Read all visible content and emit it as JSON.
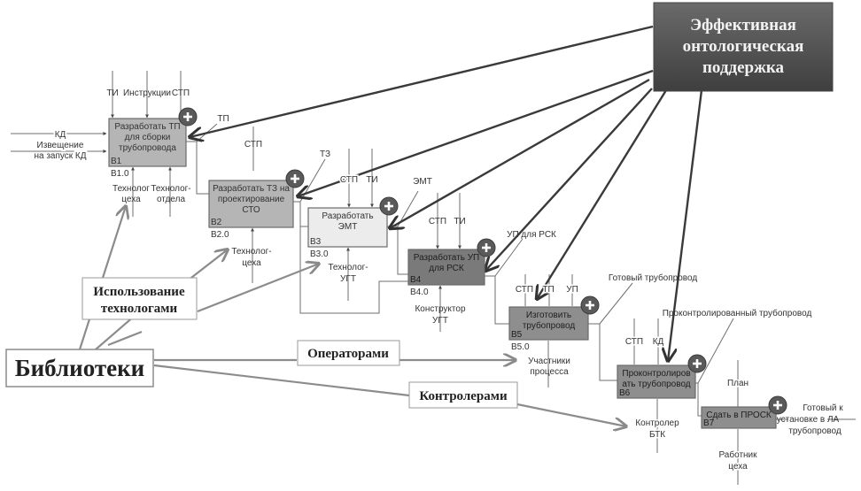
{
  "ontology_box": {
    "lines": [
      "Эффективная",
      "онтологическая",
      "поддержка"
    ]
  },
  "library_box": {
    "label": "Библиотеки"
  },
  "usage_boxes": [
    {
      "id": "technologists",
      "lines": [
        "Использование",
        "технологами"
      ]
    },
    {
      "id": "operators",
      "lines": [
        "Операторами"
      ]
    },
    {
      "id": "controllers",
      "lines": [
        "Контролерами"
      ]
    }
  ],
  "blocks": [
    {
      "id": "B1",
      "lines": [
        "Разработать ТП",
        "для сборки",
        "трубопровода"
      ],
      "code": "В1",
      "num": "В1.0",
      "shade": "#b5b5b5"
    },
    {
      "id": "B2",
      "lines": [
        "Разработать ТЗ на",
        "проектирование",
        "СТО"
      ],
      "code": "В2",
      "num": "В2.0",
      "shade": "#b5b5b5"
    },
    {
      "id": "B3",
      "lines": [
        "Разработать",
        "ЭМТ"
      ],
      "code": "В3",
      "num": "В3.0",
      "shade": "#ececec"
    },
    {
      "id": "B4",
      "lines": [
        "Разработать УП",
        "для РСК"
      ],
      "code": "В4",
      "num": "В4.0",
      "shade": "#7a7a7a"
    },
    {
      "id": "B5",
      "lines": [
        "Изготовить",
        "трубопровод"
      ],
      "code": "В5",
      "num": "В5.0",
      "shade": "#8e8e8e"
    },
    {
      "id": "B6",
      "lines": [
        "Проконтролиров",
        "ать трубопровод"
      ],
      "code": "В6",
      "num": "",
      "shade": "#8e8e8e"
    },
    {
      "id": "B7",
      "lines": [
        "Сдать в ПРОСК"
      ],
      "code": "В7",
      "num": "",
      "shade": "#8e8e8e"
    }
  ],
  "labels": {
    "b1_ti": "ТИ",
    "b1_instr": "Инструкции",
    "b1_stp": "СТП",
    "b1_kd": "КД",
    "b1_notice1": "Извещение",
    "b1_notice2": "на запуск КД",
    "b1_tp_out": "ТП",
    "b1_mech1a": "Технолог",
    "b1_mech1b": "цеха",
    "b1_mech2a": "Технолог-",
    "b1_mech2b": "отдела",
    "b2_stp": "СТП",
    "b2_tz_out": "ТЗ",
    "b2_mech_a": "Технолог-",
    "b2_mech_b": "цеха",
    "b3_stp": "СТП",
    "b3_ti": "ТИ",
    "b3_emt_out": "ЭМТ",
    "b3_mech_a": "Технолог-",
    "b3_mech_b": "УГТ",
    "b4_stp": "СТП",
    "b4_ti": "ТИ",
    "b4_out": "УП для РСК",
    "b4_mech_a": "Конструктор",
    "b4_mech_b": "УГТ",
    "b5_stp": "СТП",
    "b5_tp": "ТП",
    "b5_up": "УП",
    "b5_out": "Готовый трубопровод",
    "b5_mech_a": "Участники",
    "b5_mech_b": "процесса",
    "b6_stp": "СТП",
    "b6_kd": "КД",
    "b6_out": "Проконтролированный трубопровод",
    "b6_mech_a": "Контролер",
    "b6_mech_b": "БТК",
    "b7_plan": "План",
    "b7_out1": "Готовый к",
    "b7_out2": "установке в ЛА",
    "b7_out3": "трубопровод",
    "b7_mech_a": "Работник",
    "b7_mech_b": "цеха"
  },
  "icons": {
    "expand": "plus-circle-icon"
  },
  "colors": {
    "ontology_bg": "#555555",
    "ontology_text": "#f2f2f2",
    "line": "#7f7f7f",
    "dark_arrow": "#333333",
    "plus_bg": "#5a5a5a"
  }
}
